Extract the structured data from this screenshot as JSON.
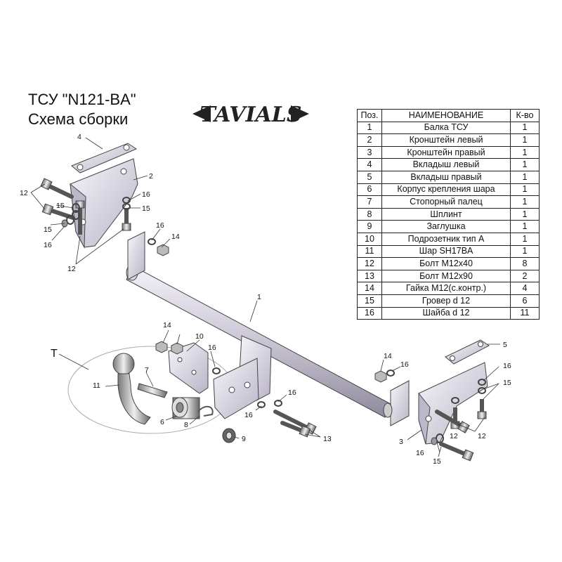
{
  "header": {
    "title_line1": "ТСУ  \"N121-BA\"",
    "title_line2": "Схема сборки",
    "logo_text": "TAVIALS"
  },
  "table": {
    "columns": [
      "Поз.",
      "НАИМЕНОВАНИЕ",
      "К-во"
    ],
    "rows": [
      [
        "1",
        "Балка ТСУ",
        "1"
      ],
      [
        "2",
        "Кронштейн левый",
        "1"
      ],
      [
        "3",
        "Кронштейн правый",
        "1"
      ],
      [
        "4",
        "Вкладыш левый",
        "1"
      ],
      [
        "5",
        "Вкладыш правый",
        "1"
      ],
      [
        "6",
        "Корпус крепления шара",
        "1"
      ],
      [
        "7",
        "Стопорный палец",
        "1"
      ],
      [
        "8",
        "Шплинт",
        "1"
      ],
      [
        "9",
        "Заглушка",
        "1"
      ],
      [
        "10",
        "Подрозетник тип А",
        "1"
      ],
      [
        "11",
        "Шар SH17BA",
        "1"
      ],
      [
        "12",
        "Болт М12х40",
        "8"
      ],
      [
        "13",
        "Болт М12х90",
        "2"
      ],
      [
        "14",
        "Гайка М12(с.контр.)",
        "4"
      ],
      [
        "15",
        "Гровер d 12",
        "6"
      ],
      [
        "16",
        "Шайба d 12",
        "11"
      ]
    ]
  },
  "callouts": {
    "part1": "1",
    "part2": "2",
    "part3": "3",
    "part4": "4",
    "part5": "5",
    "part6": "6",
    "part7": "7",
    "part8": "8",
    "part9": "9",
    "part10": "10",
    "part11": "11",
    "n12a": "12",
    "n12b": "12",
    "n12c": "12",
    "n12d": "12",
    "n13": "13",
    "n14a": "14",
    "n14b": "14",
    "n14c": "14",
    "n15a": "15",
    "n15b": "15",
    "n15c": "15",
    "n15d": "15",
    "n15e": "15",
    "n16a": "16",
    "n16b": "16",
    "n16c": "16",
    "n16d": "16",
    "n16e": "16",
    "n16f": "16",
    "n16g": "16",
    "n16h": "16",
    "n16i": "16",
    "detail_T": "T"
  }
}
